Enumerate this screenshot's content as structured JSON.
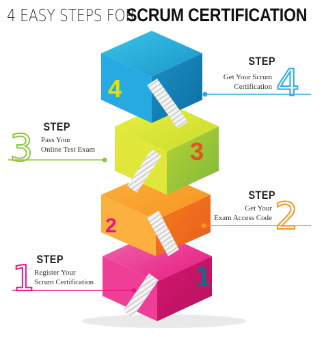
{
  "title": {
    "light": "4 EASY STEPS FOR",
    "bold": "SCRUM CERTIFICATION"
  },
  "steps": [
    {
      "number": "1",
      "label": "STEP",
      "line1": "Register Your",
      "line2": "Scrum Certification",
      "color": "#e6197e"
    },
    {
      "number": "2",
      "label": "STEP",
      "line1": "Get Your",
      "line2": "Exam Access Code",
      "color": "#f7941d"
    },
    {
      "number": "3",
      "label": "STEP",
      "line1": "Pass Your",
      "line2": "Online Test Exam",
      "color": "#8dc63f"
    },
    {
      "number": "4",
      "label": "STEP",
      "line1": "Get Your Scrum",
      "line2": "Certification",
      "color": "#27aae1"
    }
  ]
}
